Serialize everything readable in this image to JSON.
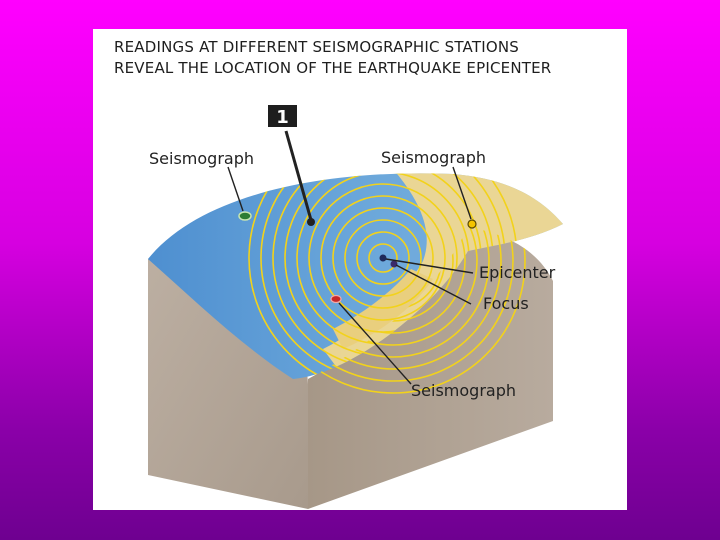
{
  "title": {
    "line1": "READINGS AT DIFFERENT SEISMOGRAPHIC STATIONS",
    "line2": "REVEAL THE LOCATION OF THE EARTHQUAKE EPICENTER"
  },
  "step_marker": "1",
  "labels": {
    "seismograph_left": "Seismograph",
    "seismograph_right": "Seismograph",
    "seismograph_bottom": "Seismograph",
    "epicenter": "Epicenter",
    "focus": "Focus"
  },
  "colors": {
    "background_top": "#ff00ff",
    "background_bottom": "#6e0090",
    "ocean": "#5f9fd6",
    "land": "#f0d890",
    "rock": "#b3a597",
    "wave_rings": "#f2d21b",
    "station_left": "#2e7d32",
    "station_right": "#f5c400",
    "station_bottom": "#c62828"
  }
}
